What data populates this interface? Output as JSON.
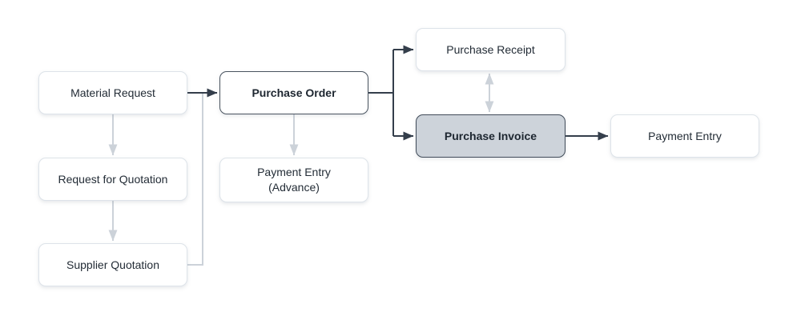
{
  "diagram": {
    "type": "flowchart",
    "subject": "Purchasing workflow",
    "nodes": [
      {
        "id": "material-request",
        "label": "Material Request",
        "style": "plain"
      },
      {
        "id": "request-for-quotation",
        "label": "Request for Quotation",
        "style": "plain"
      },
      {
        "id": "supplier-quotation",
        "label": "Supplier Quotation",
        "style": "plain"
      },
      {
        "id": "purchase-order",
        "label": "Purchase Order",
        "style": "emphasized-border"
      },
      {
        "id": "payment-entry-advance",
        "label": "Payment Entry",
        "sublabel": "(Advance)",
        "style": "plain"
      },
      {
        "id": "purchase-receipt",
        "label": "Purchase Receipt",
        "style": "plain"
      },
      {
        "id": "purchase-invoice",
        "label": "Purchase Invoice",
        "style": "highlighted-fill"
      },
      {
        "id": "payment-entry",
        "label": "Payment Entry",
        "style": "plain"
      }
    ],
    "edges": [
      {
        "from": "material-request",
        "to": "purchase-order",
        "style": "solid",
        "arrows": "forward"
      },
      {
        "from": "material-request",
        "to": "request-for-quotation",
        "style": "muted",
        "arrows": "forward"
      },
      {
        "from": "request-for-quotation",
        "to": "supplier-quotation",
        "style": "muted",
        "arrows": "forward"
      },
      {
        "from": "supplier-quotation",
        "to": "purchase-order",
        "style": "muted",
        "arrows": "none"
      },
      {
        "from": "purchase-order",
        "to": "purchase-receipt",
        "style": "solid",
        "arrows": "forward"
      },
      {
        "from": "purchase-order",
        "to": "purchase-invoice",
        "style": "solid",
        "arrows": "forward"
      },
      {
        "from": "purchase-order",
        "to": "payment-entry-advance",
        "style": "muted",
        "arrows": "forward"
      },
      {
        "from": "purchase-receipt",
        "to": "purchase-invoice",
        "style": "muted",
        "arrows": "both"
      },
      {
        "from": "purchase-invoice",
        "to": "payment-entry",
        "style": "solid",
        "arrows": "forward"
      }
    ]
  },
  "colors": {
    "background": "#ffffff",
    "node_fill": "#ffffff",
    "node_border": "#dde3e9",
    "node_text": "#232c36",
    "emphasized_node_border": "#49535f",
    "highlighted_node_fill": "#cdd3da",
    "highlighted_node_border": "#414c59",
    "solid_edge": "#343e4b",
    "muted_edge": "#ccd2d9"
  }
}
